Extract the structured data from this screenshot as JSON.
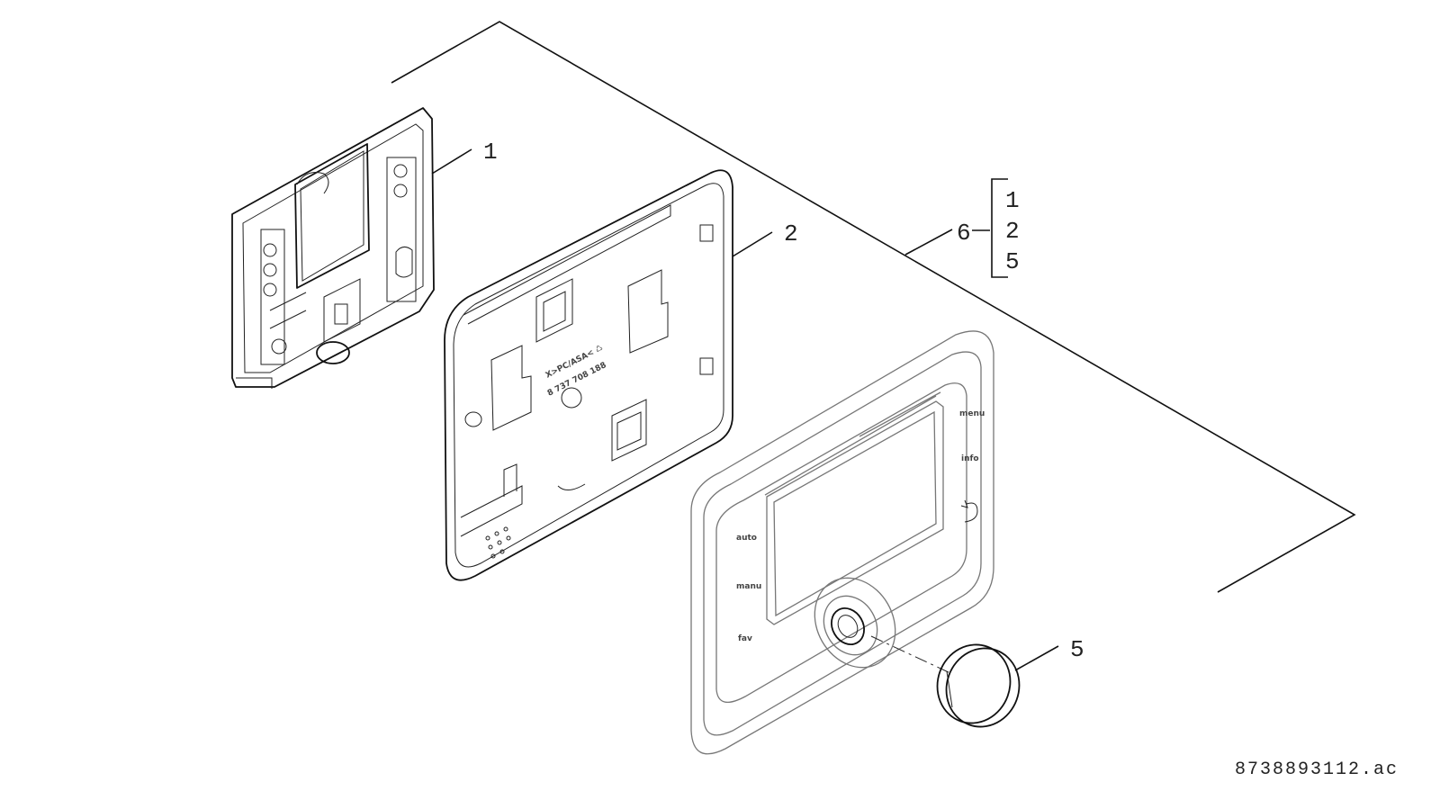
{
  "callouts": {
    "part1": "1",
    "part2": "2",
    "part5": "5",
    "kit": "6"
  },
  "kit_contents": [
    "1",
    "2",
    "5"
  ],
  "panel_labels": {
    "menu": "menu",
    "info": "info",
    "auto": "auto",
    "manual": "manu",
    "fav": "fav"
  },
  "drawing_number": "8738893112.ac"
}
